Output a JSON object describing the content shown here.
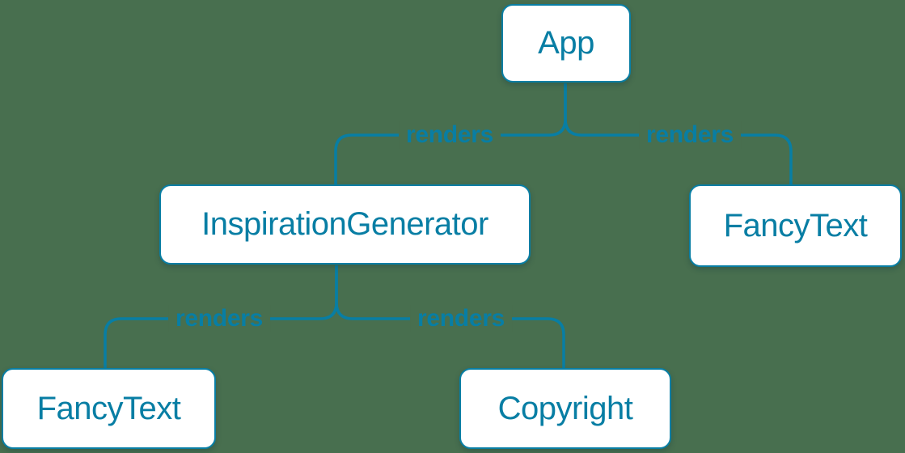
{
  "diagram": {
    "type": "tree",
    "description": "React render tree diagram",
    "colors": {
      "background": "#486F4F",
      "accent": "#087EA4",
      "node_fill": "#FFFFFF"
    },
    "nodes": [
      {
        "id": "app",
        "label": "App"
      },
      {
        "id": "inspirationgenerator",
        "label": "InspirationGenerator"
      },
      {
        "id": "fancytext-right",
        "label": "FancyText"
      },
      {
        "id": "fancytext-left",
        "label": "FancyText"
      },
      {
        "id": "copyright",
        "label": "Copyright"
      }
    ],
    "edges": [
      {
        "from": "App",
        "to": "InspirationGenerator",
        "label": "renders"
      },
      {
        "from": "App",
        "to": "FancyText",
        "label": "renders"
      },
      {
        "from": "InspirationGenerator",
        "to": "FancyText",
        "label": "renders"
      },
      {
        "from": "InspirationGenerator",
        "to": "Copyright",
        "label": "renders"
      }
    ]
  }
}
